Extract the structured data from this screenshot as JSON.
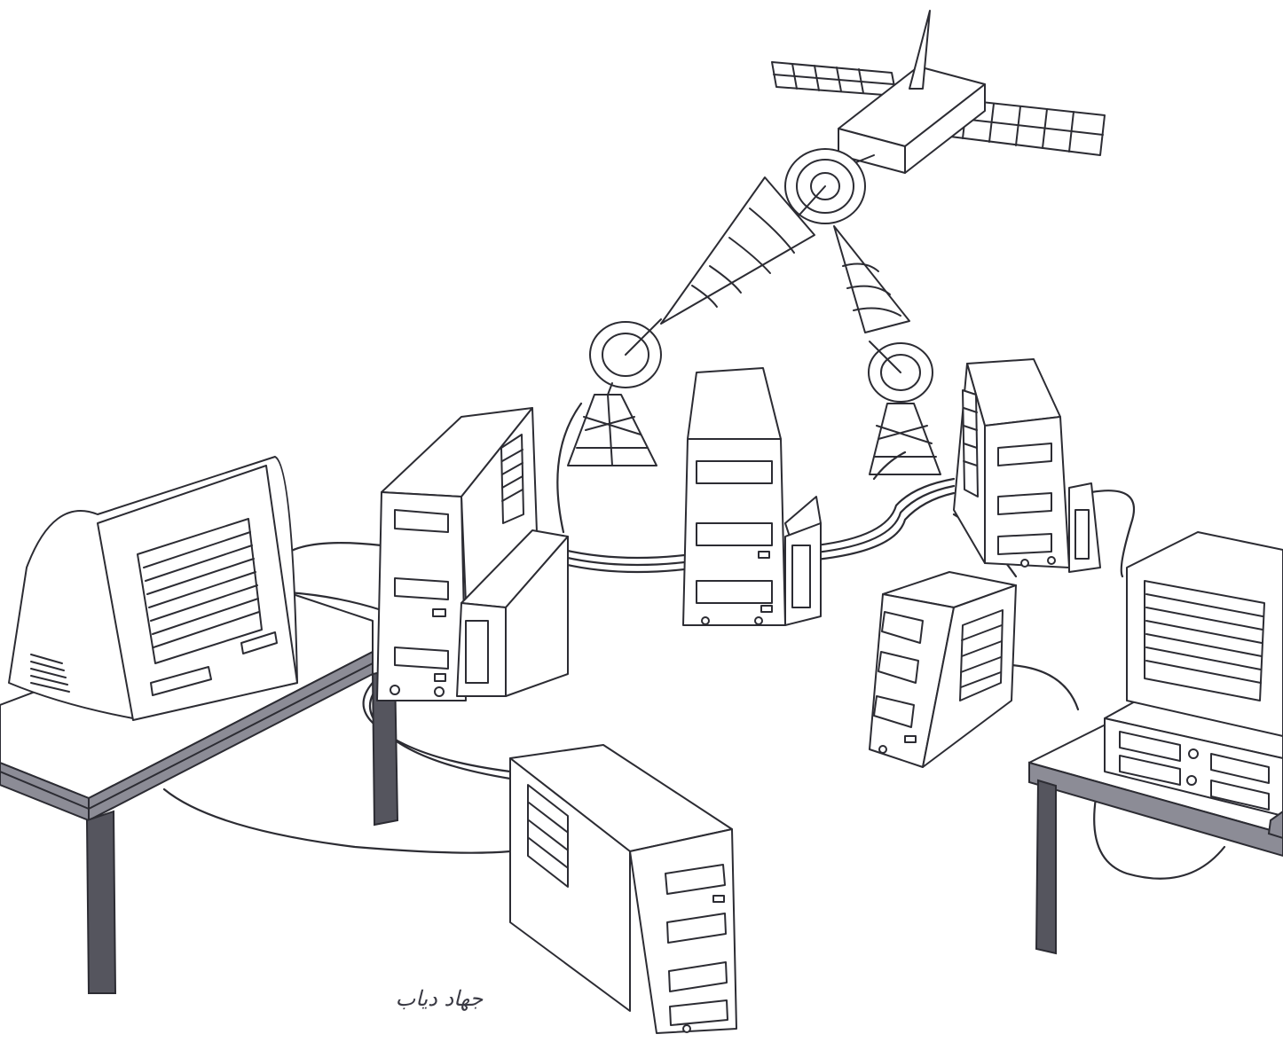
{
  "signature": "جهاد دياب",
  "ink_color": "#2c2c33",
  "paper_color": "#ffffff",
  "scene": {
    "satellite": "satellite-icon",
    "dish_antennas": 2,
    "transmission_towers": 2,
    "signal_beams": 2,
    "computer_towers": 5,
    "monitors": 2,
    "desks": 2,
    "keyboards": 1
  }
}
